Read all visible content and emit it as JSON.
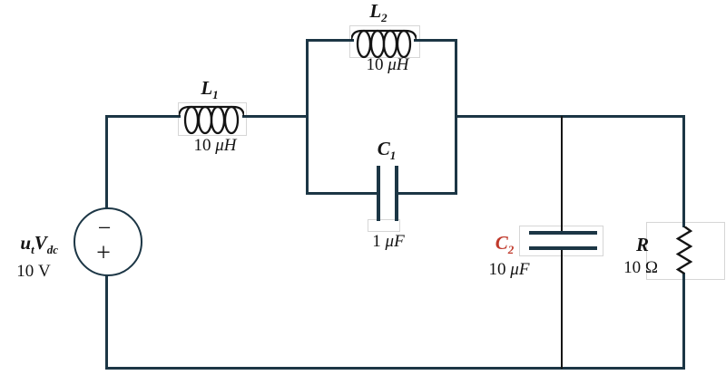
{
  "circuit": {
    "source": {
      "sym1": "u",
      "sym1_sub": "t",
      "sym2": "V",
      "sym2_sub": "dc",
      "value_num": "10",
      "value_unit": "V",
      "minus_sign": "−",
      "plus_sign": "+"
    },
    "l1": {
      "sym": "L",
      "sub": "1",
      "value_num": "10",
      "value_unit": "μH"
    },
    "l2": {
      "sym": "L",
      "sub": "2",
      "value_num": "10",
      "value_unit": "μH"
    },
    "c1": {
      "sym": "C",
      "sub": "1",
      "value_num": "1",
      "value_unit": "μF"
    },
    "c2": {
      "sym": "C",
      "sub": "2",
      "value_num": "10",
      "value_unit": "μF"
    },
    "r": {
      "sym": "R",
      "value_num": "10",
      "value_unit": "Ω"
    }
  },
  "colors": {
    "wire": "#1c3645",
    "component": "#141414",
    "c2_label": "#c0392b",
    "box_outline": "#d6d6d6"
  }
}
